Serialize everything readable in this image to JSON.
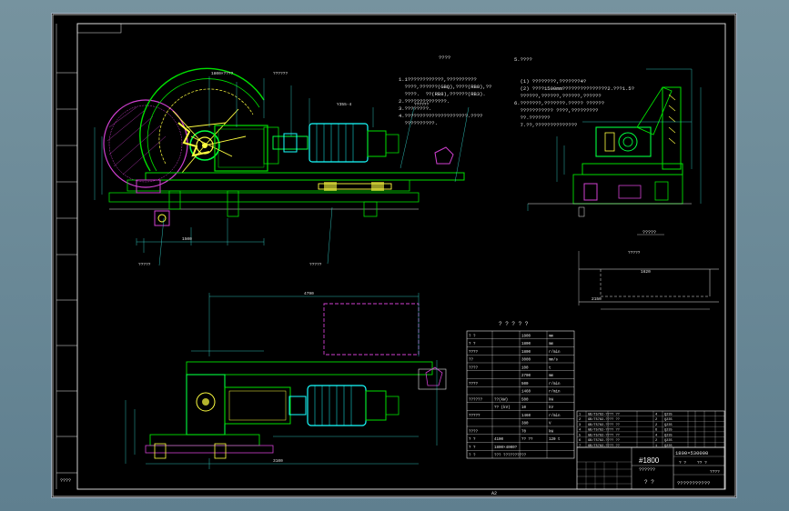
{
  "title_block": {
    "model": "#1800",
    "spec": "1800×530000",
    "name_placeholder": "??????",
    "drawing_title": "???????????",
    "company": "? ?",
    "small_labels": [
      "? ?",
      "?? ?",
      "????"
    ]
  },
  "frame_marker": "????",
  "bottom_marker": "A2",
  "notes_left": {
    "heading": "????",
    "lines": [
      "1.1​????????????,??????????",
      "  ????,??????(GBQ),????(RB8),??",
      "  ????.  ??(RB8),??????(RB3).",
      "2.??????????????.",
      "3.????????.",
      "4.?????????????????????.????",
      "  ??????????."
    ]
  },
  "notes_right": {
    "heading": "5.????",
    "lines": [
      "  (1) ????????,???????4?",
      "  (2) ????1500mm???????????????2.???1.5?",
      "  ??????,??????,??????,??????",
      "6.???????,???????.????? ??????",
      "  ??????????? ????,?????????",
      "  ??.???????",
      "  7.??,??????????????"
    ]
  },
  "param_table": {
    "title": "? ? ? ? ?",
    "rows": [
      [
        "? ?",
        "",
        "1800",
        "mm"
      ],
      [
        "? ?",
        "",
        "1800",
        "mm"
      ],
      [
        "????",
        "",
        "1800",
        "r/min"
      ],
      [
        "??",
        "",
        "3000",
        "mm/s"
      ],
      [
        "????",
        "",
        "100",
        "t"
      ],
      [
        "",
        "",
        "2700",
        "mm"
      ],
      [
        "????",
        "",
        "500",
        "r/min"
      ],
      [
        "",
        "",
        "1460",
        "r/min"
      ],
      [
        "??????",
        "??(kW)",
        "500",
        "kW"
      ],
      [
        "",
        "?? (kV)",
        "10",
        "kV"
      ],
      [
        "?????",
        "",
        "1460",
        "r/min"
      ],
      [
        "",
        "",
        "380",
        "V"
      ],
      [
        "????",
        "",
        "70",
        "kW"
      ],
      [
        "? ?",
        "4100",
        "?? ??",
        "120 t"
      ],
      [
        "? ?",
        "1800×4000?",
        "",
        ""
      ],
      [
        "? ?",
        "??? ??????????",
        "",
        ""
      ]
    ]
  },
  "parts_list": [
    [
      "1",
      "GB/T5782-??",
      "?? ??",
      "4",
      "Q235"
    ],
    [
      "2",
      "GB/T5782-??",
      "?? ??",
      "2",
      "Q235"
    ],
    [
      "3",
      "GB/T5782-??",
      "?? ??",
      "2",
      "Q235"
    ],
    [
      "4",
      "GB/T5782-??",
      "?? ??",
      "6",
      "Q235"
    ],
    [
      "5",
      "GB/T5782-??",
      "?? ??",
      "4",
      "Q235"
    ],
    [
      "6",
      "GB/T5782-??",
      "?? ??",
      "2",
      "Q235"
    ],
    [
      "7",
      "GB/T5782-??",
      "?? ??",
      "1",
      "Q235"
    ]
  ],
  "view_labels": {
    "detail_a": "?????",
    "detail_b": "?????",
    "detail_c": "?????",
    "dim_1": "1500",
    "dim_2": "4790",
    "dim_3": "3100",
    "dim_4": "1620",
    "dim_5": "2150",
    "leader_1": "1800×????",
    "leader_2": "??????",
    "leader_3": "Y355-4",
    "leader_4": "??????"
  },
  "colors": {
    "frame_green": "#00e000",
    "outline_white": "#e6e6e6",
    "dimension_cyan": "#38e8e0",
    "accent_magenta": "#d040d0",
    "accent_yellow": "#ffff40",
    "part_green": "#00ff40",
    "motor_cyan": "#18ffff",
    "red_marker": "#ff3030"
  }
}
